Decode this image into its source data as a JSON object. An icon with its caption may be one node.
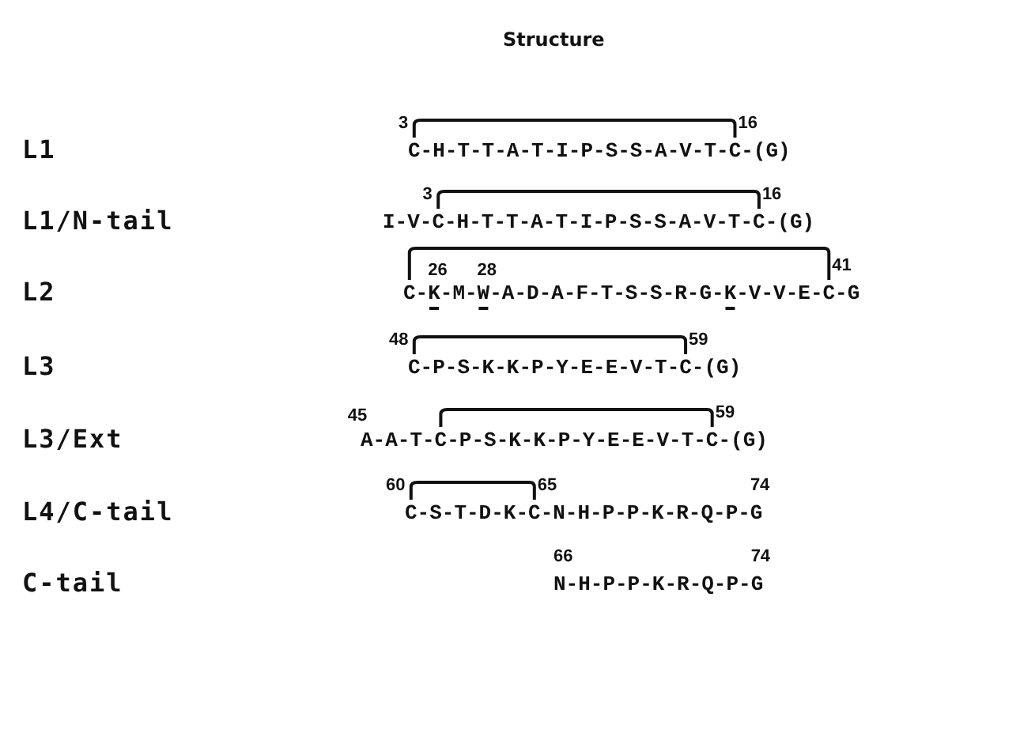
{
  "diagram": {
    "labels": [
      "Structure",
      "L1",
      "3",
      "16",
      "C-H-T-T-A-T-I-P-S-S-A-V-T-C-(G)",
      "L1/N-tail",
      "3",
      "16",
      "I-V-C-H-T-T-A-T-I-P-S-S-A-V-T-C-(G)",
      "L2",
      "26",
      "28",
      "41",
      "C-K-M-W-A-D-A-F-T-S-S-R-G-K-V-V-E-C-G",
      "L3",
      "48",
      "59",
      "C-P-S-K-K-P-Y-E-E-V-T-C-(G)",
      "L3/Ext",
      "45",
      "59",
      "A-A-T-C-P-S-K-K-P-Y-E-E-V-T-C-(G)",
      "L4/C-tail",
      "60",
      "65",
      "74",
      "C-S-T-D-K-C-N-H-P-P-K-R-Q-P-G",
      "C-tail",
      "66",
      "74",
      "N-H-P-P-K-R-Q-P-G"
    ]
  }
}
